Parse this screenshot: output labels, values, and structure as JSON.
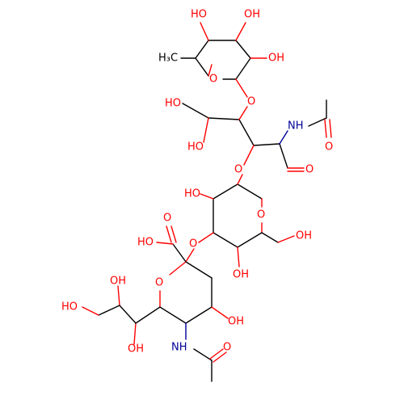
{
  "molecule": {
    "colors": {
      "carbon": "#000000",
      "oxygen": "#ff0000",
      "nitrogen": "#000099",
      "background": "#ffffff"
    },
    "labels": {
      "fuc_oh_1": "HO",
      "fuc_oh_2": "OH",
      "fuc_oh_3": "OH",
      "fuc_methyl": "H₃C",
      "fuc_ring_o": "O",
      "link_o_fuc": "O",
      "chain_oh_top": "HO",
      "chain_oh_mid": "HO",
      "nh_upper": "NH",
      "acetyl_o_upper": "O",
      "aldehyde_o": "O",
      "link_o_gal": "O",
      "gal_oh_2": "HO",
      "gal_ring_o": "O",
      "gal_ch2oh": "OH",
      "gal_oh_4": "OH",
      "link_o_sia": "O",
      "cooh": "HO",
      "cooh_o": "O",
      "sia_ring_o": "O",
      "sia_oh_4": "OH",
      "sia_oh_8": "OH",
      "sia_ch2oh": "HO",
      "sia_oh_7": "OH",
      "nh_lower": "NH",
      "acetyl_o_lower": "O"
    }
  }
}
